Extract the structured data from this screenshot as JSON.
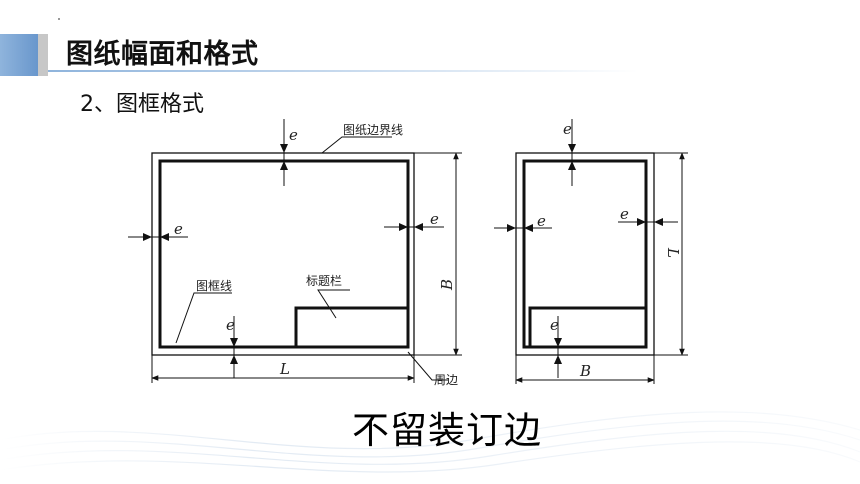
{
  "slide": {
    "title": "图纸幅面和格式",
    "subtitle": "2、图框格式",
    "caption": "不留装订边"
  },
  "diagram_left": {
    "sheet_edge_label": "图纸边界线",
    "frame_line_label": "图框线",
    "title_block_label": "标题栏",
    "margin_label": "周边",
    "e": "e",
    "L": "L",
    "B": "B"
  },
  "diagram_right": {
    "e": "e",
    "L": "L",
    "B": "B"
  },
  "colors": {
    "title_bar": "#5f8fc8",
    "title_bar_accent": "#c7c7c7",
    "line": "#111111"
  }
}
